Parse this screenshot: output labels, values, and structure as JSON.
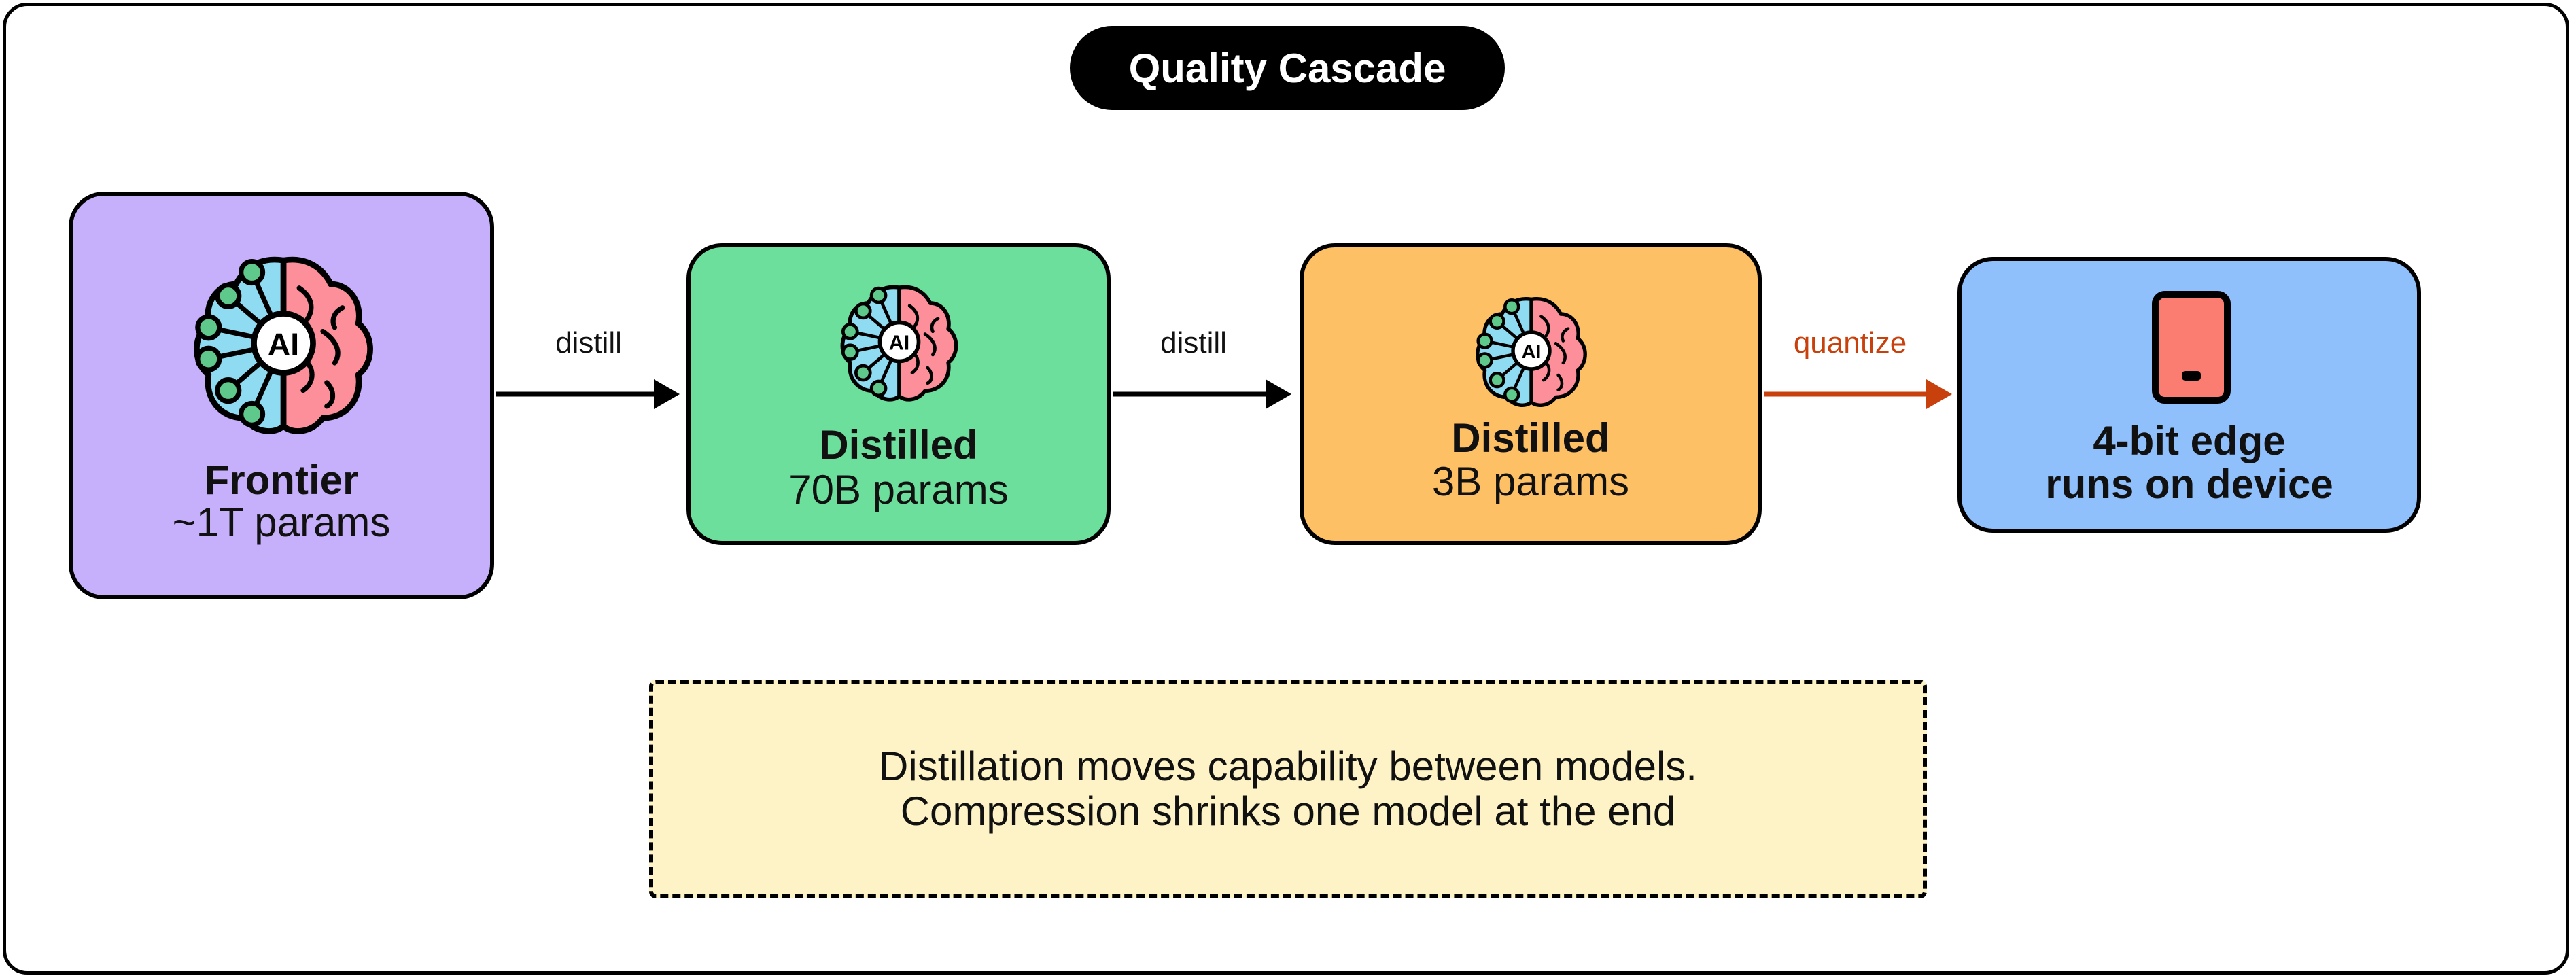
{
  "title": "Quality Cascade",
  "nodes": [
    {
      "title": "Frontier",
      "subtitle": "~1T params",
      "icon": "ai-brain-icon",
      "color": "#c6b0fb"
    },
    {
      "title": "Distilled",
      "subtitle": "70B params",
      "icon": "ai-brain-icon",
      "color": "#6ddf9c"
    },
    {
      "title": "Distilled",
      "subtitle": "3B params",
      "icon": "ai-brain-icon",
      "color": "#fec064"
    },
    {
      "title": "4-bit edge",
      "subtitle": "runs on device",
      "icon": "smartphone-icon",
      "color": "#90c0fc"
    }
  ],
  "edges": [
    {
      "label": "distill",
      "color": "#000000"
    },
    {
      "label": "distill",
      "color": "#000000"
    },
    {
      "label": "quantize",
      "color": "#c8410c"
    }
  ],
  "brain_label": "AI",
  "note": {
    "line1": "Distillation moves capability between models.",
    "line2": "Compression shrinks one model at the end"
  }
}
